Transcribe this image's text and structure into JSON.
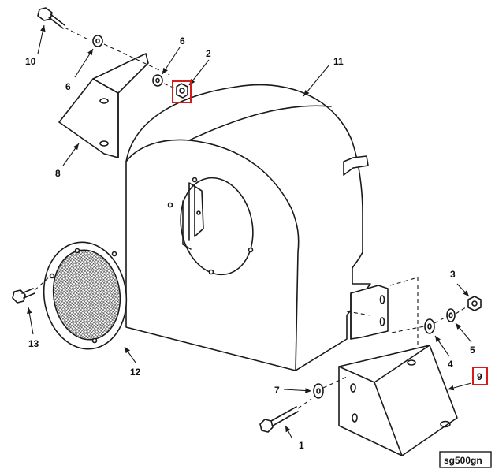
{
  "callouts": [
    {
      "id": "1",
      "text": "1"
    },
    {
      "id": "2",
      "text": "2",
      "highlighted": true
    },
    {
      "id": "3",
      "text": "3"
    },
    {
      "id": "4",
      "text": "4"
    },
    {
      "id": "5",
      "text": "5"
    },
    {
      "id": "6a",
      "text": "6"
    },
    {
      "id": "6b",
      "text": "6"
    },
    {
      "id": "7",
      "text": "7"
    },
    {
      "id": "8",
      "text": "8"
    },
    {
      "id": "9",
      "text": "9",
      "highlighted": true
    },
    {
      "id": "10",
      "text": "10"
    },
    {
      "id": "11",
      "text": "11"
    },
    {
      "id": "12",
      "text": "12"
    },
    {
      "id": "13",
      "text": "13"
    }
  ],
  "figure_tag": "sg500gn",
  "colors": {
    "line": "#1a1a1a",
    "highlight": "#d81a1a",
    "background": "#ffffff"
  }
}
